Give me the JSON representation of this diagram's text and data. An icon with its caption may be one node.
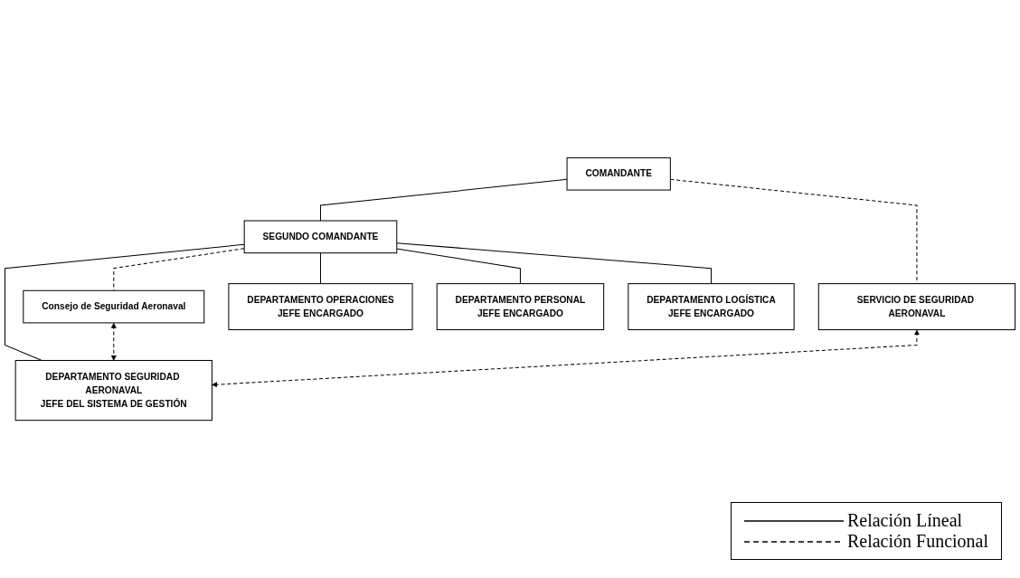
{
  "diagram": {
    "nodes": [
      {
        "text": [
          "COMANDANTE"
        ]
      },
      {
        "text": [
          "SERVICIO DE SEGURIDAD AERONAVAL"
        ]
      },
      {
        "text": [
          "SEGUNDO COMANDANTE"
        ]
      },
      {
        "text": [
          "Consejo de Seguridad Aeronaval"
        ]
      },
      {
        "text": [
          "DEPARTAMENTO SEGURIDAD AERONAVAL",
          "JEFE DEL SISTEMA DE GESTIÓN"
        ]
      },
      {
        "text": [
          "DEPARTAMENTO OPERACIONES",
          "JEFE ENCARGADO"
        ]
      },
      {
        "text": [
          "DEPARTAMENTO PERSONAL",
          "JEFE ENCARGADO"
        ]
      },
      {
        "text": [
          "DEPARTAMENTO LOGÍSTICA",
          "JEFE ENCARGADO"
        ]
      }
    ],
    "edges": [
      {
        "from": 0,
        "to": 1,
        "arrow": "none",
        "style": "dashed"
      },
      {
        "from": 0,
        "to": 2,
        "arrow": "none"
      },
      {
        "from": 2,
        "to": 3,
        "arrow": "none",
        "style": "dashed"
      },
      {
        "from": 2,
        "to": 4,
        "arrow": "none"
      },
      {
        "from": 3,
        "to": 4,
        "arrow": "both",
        "style": "dashed"
      },
      {
        "from": 1,
        "to": 4,
        "arrow": "both",
        "style": "dashed"
      },
      {
        "from": 2,
        "to": 5,
        "arrow": "none"
      },
      {
        "from": 2,
        "to": 6,
        "arrow": "none"
      },
      {
        "from": 2,
        "to": 7,
        "arrow": "none"
      }
    ],
    "legend": [
      {
        "text": "Relación Líneal"
      },
      {
        "text": "Relación Funcional"
      }
    ]
  }
}
